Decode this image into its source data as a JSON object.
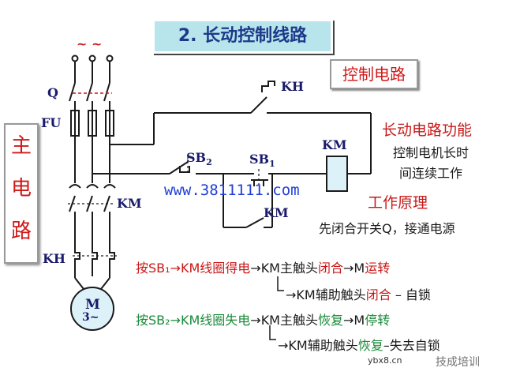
{
  "title": "2. 长动控制线路",
  "control_label": "控制电路",
  "main_label": [
    "主",
    "电",
    "路"
  ],
  "labels": {
    "q": "Q",
    "fu": "FU",
    "km_main": "KM",
    "kh_main": "KH",
    "kh_ctrl": "KH",
    "sb2": "SB",
    "sb2_sub": "2",
    "sb1": "SB",
    "sb1_sub": "1",
    "km_coil": "KM",
    "km_aux": "KM",
    "motor_m": "M",
    "motor_3": "3~",
    "tildes": "~ ~"
  },
  "right_panel": {
    "func_title": "长动电路功能",
    "func_line1": "控制电机长时",
    "func_line2": "间连续工作",
    "principle_title": "工作原理",
    "principle_line": "先闭合开关Q，接通电源"
  },
  "watermark": "www.3811111.com",
  "sequences": {
    "row1": {
      "a": "按SB₁→KM线圈",
      "b": "得电",
      "c": "→KM主触头",
      "d": "闭合",
      "e": "→M",
      "f": "运转"
    },
    "row2": {
      "a": "→KM辅助触头",
      "b": "闭合",
      "c": " – 自锁"
    },
    "row3": {
      "a": "按SB₂→KM线圈",
      "b": "失电",
      "c": "→KM主触头",
      "d": "恢复",
      "e": "→M",
      "f": "停转"
    },
    "row4": {
      "a": "→KM辅助触头",
      "b": "恢复",
      "c": "–失去自锁"
    }
  },
  "footer": {
    "site": "ybx8.cn",
    "brand": "技成培训"
  },
  "colors": {
    "line": "#1a1a1a",
    "coil_fill": "#ddf2f8",
    "red": "#c81818",
    "green": "#1a8a3a",
    "dark": "#1a1a1a",
    "blue_watermark": "#1f3fd8"
  }
}
